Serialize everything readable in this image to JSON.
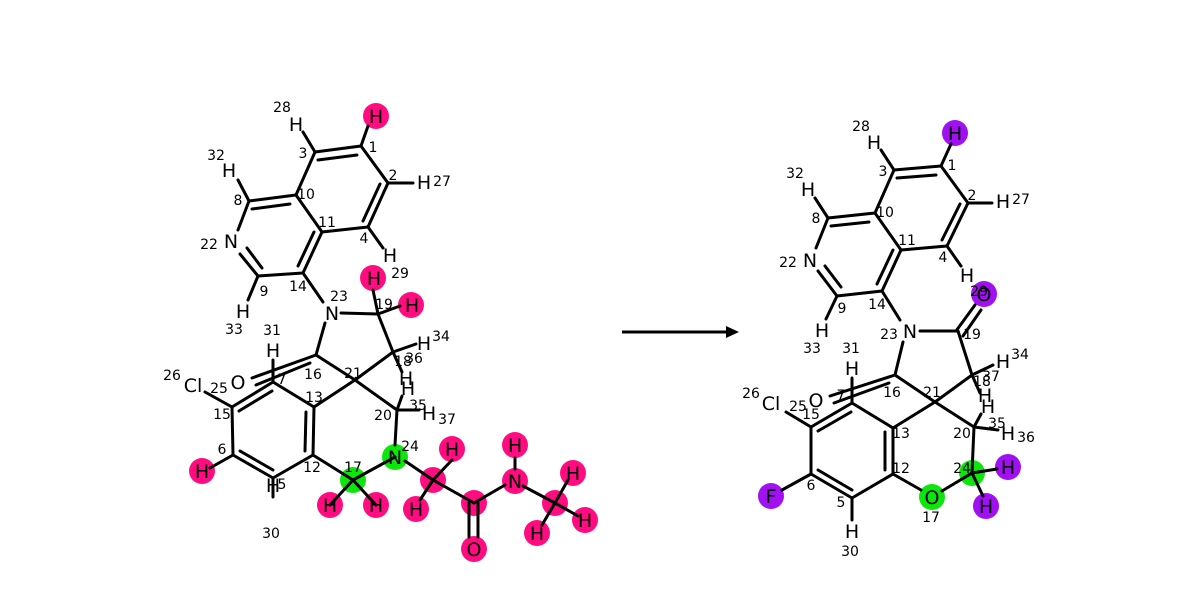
{
  "colors": {
    "background": "#ffffff",
    "bond": "#000000",
    "highlight_pink": "#ff0d80",
    "highlight_green": "#0de60d",
    "highlight_purple": "#a010f0"
  },
  "left_molecule": {
    "atom_labels": {
      "H_top": "H",
      "H28": "H",
      "H27": "H",
      "H32": "H",
      "N22": "N",
      "H29": "H",
      "H33": "H",
      "N23": "N",
      "Hp19a": "H",
      "Hp19b": "H",
      "H34": "H",
      "H31": "H",
      "O16": "O",
      "Cl26": "Cl",
      "H_r": "H",
      "H37": "H",
      "N24": "N",
      "H_l6": "H",
      "H30": "H",
      "Hs_a": "H",
      "Hs_b": "H",
      "Hc_a": "H",
      "Hc_b": "H",
      "Nam": "N",
      "Hn": "H",
      "Ome_a": "H",
      "Ome_b": "H",
      "Ome_c": "H",
      "Ocarb": "O"
    },
    "atom_numbers": {
      "n28": "28",
      "n1": "1",
      "n32": "32",
      "n3": "3",
      "n2": "2",
      "n27": "27",
      "n8": "8",
      "n10": "10",
      "n11": "11",
      "n22": "22",
      "n4": "4",
      "n29": "29",
      "n9": "9",
      "n14": "14",
      "n23": "23",
      "n19": "19",
      "n33": "33",
      "n31": "31",
      "n34": "34",
      "n18": "18",
      "n36": "36",
      "n26": "26",
      "n25": "25",
      "n7": "7",
      "n16": "16",
      "n21": "21",
      "n13": "13",
      "n15": "15",
      "n35": "35",
      "n20": "20",
      "n37": "37",
      "n6": "6",
      "n24": "24",
      "n17": "17",
      "n12": "12",
      "n5": "5",
      "n30": "30"
    }
  },
  "right_molecule": {
    "atom_labels": {
      "H28": "H",
      "H_top": "H",
      "H32": "H",
      "H27": "H",
      "N22": "N",
      "H29": "H",
      "O19": "O",
      "H33": "H",
      "N23": "N",
      "H34": "H",
      "H31": "H",
      "Cl26": "Cl",
      "O16": "O",
      "H37": "H",
      "H35": "H",
      "H36": "H",
      "F": "F",
      "O17": "O",
      "H_r24": "H",
      "H_b24": "H",
      "H30": "H"
    },
    "atom_numbers": {
      "n28": "28",
      "n3": "3",
      "n1": "1",
      "n32": "32",
      "n10": "10",
      "n2": "2",
      "n27": "27",
      "n8": "8",
      "n11": "11",
      "n22": "22",
      "n4": "4",
      "n29": "29",
      "n9": "9",
      "n14": "14",
      "n19": "19",
      "n23": "23",
      "n33": "33",
      "n31": "31",
      "n34": "34",
      "n26": "26",
      "n25": "25",
      "n15": "15",
      "n7": "7",
      "n16": "16",
      "n21": "21",
      "n37": "37",
      "n18": "18",
      "n13": "13",
      "n20": "20",
      "n35": "35",
      "n36": "36",
      "n6": "6",
      "n12": "12",
      "n24": "24",
      "n5": "5",
      "n17": "17",
      "n30": "30"
    }
  }
}
